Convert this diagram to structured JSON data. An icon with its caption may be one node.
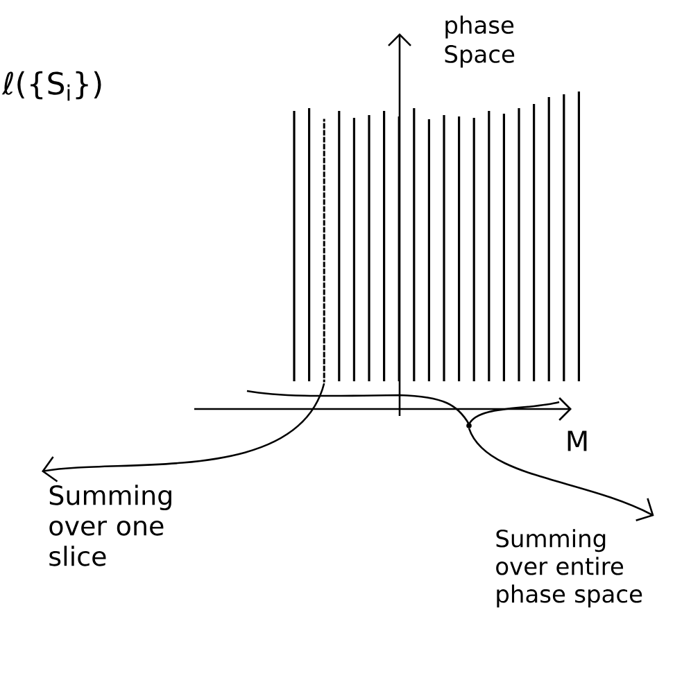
{
  "diagram": {
    "nodes": [
      {
        "text": [
          "Summing over one slice"
        ]
      },
      {
        "text": [
          "Summing over entire phase space"
        ]
      },
      {
        "text": [],
        "shape": "bar"
      },
      {
        "text": [],
        "shape": "brace"
      }
    ],
    "edges": [
      {
        "from": 2,
        "to": 0,
        "arrow": "to"
      },
      {
        "from": 3,
        "to": 1,
        "arrow": "to"
      }
    ],
    "labels": [
      "ℓ({S$_{i}$})",
      "phase Space",
      "M"
    ]
  }
}
